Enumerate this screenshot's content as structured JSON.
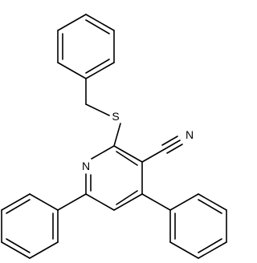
{
  "structure": {
    "atoms": {
      "sulfur": "S",
      "ring_nitrogen": "N",
      "nitrile_nitrogen": "N"
    }
  }
}
